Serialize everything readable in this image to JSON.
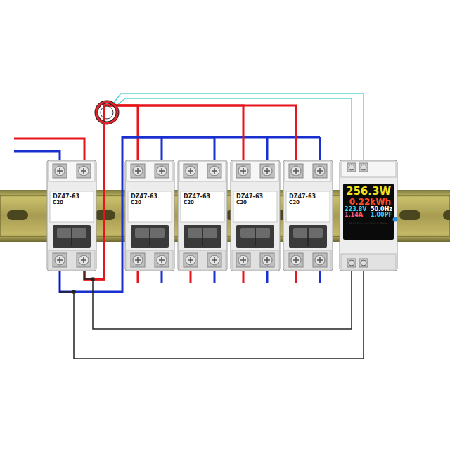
{
  "diagram": {
    "nodes": [
      {
        "text": [
          "DZ47-63",
          "C20"
        ]
      },
      {
        "text": [
          "DZ47-63",
          "C20"
        ]
      },
      {
        "text": [
          "DZ47-63",
          "C20"
        ]
      },
      {
        "text": [
          "DZ47-63",
          "C20"
        ]
      },
      {
        "text": [
          "DZ47-63",
          "C20"
        ]
      },
      {
        "text": [
          "256.3W",
          "0.22kWh",
          "223.8V",
          "50.0Hz",
          "1.14A",
          "1.00PF",
          "Multi Function Digital Meter"
        ]
      }
    ],
    "edges": [
      {
        "from": 0,
        "to": 1,
        "arrow": "none"
      },
      {
        "from": 0,
        "to": 2,
        "arrow": "none"
      },
      {
        "from": 0,
        "to": 3,
        "arrow": "none"
      },
      {
        "from": 0,
        "to": 4,
        "arrow": "none"
      },
      {
        "from": 0,
        "to": 5,
        "arrow": "none"
      },
      {
        "from": 0,
        "to": 5,
        "arrow": "none"
      }
    ]
  }
}
